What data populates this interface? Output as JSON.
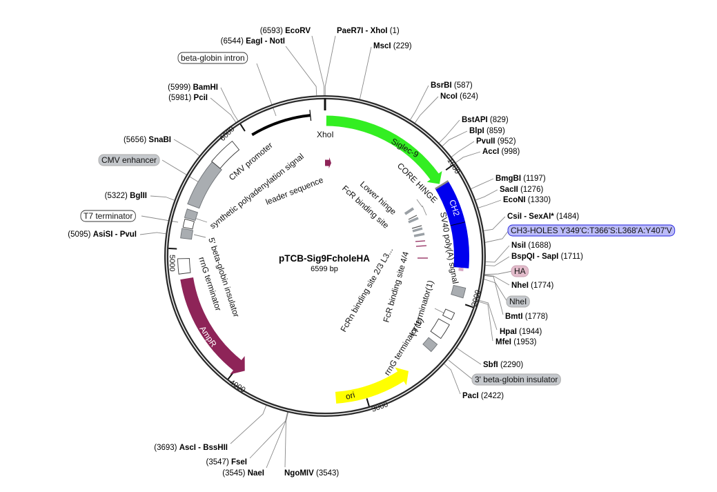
{
  "plasmid": {
    "name": "pTCB-Sig9FcholeHA",
    "length_label": "6599 bp",
    "length_bp": 6599
  },
  "ticks": [
    {
      "bp": 1000,
      "label": "1000"
    },
    {
      "bp": 2000,
      "label": "2000"
    },
    {
      "bp": 3000,
      "label": "3000"
    },
    {
      "bp": 4000,
      "label": "4000"
    },
    {
      "bp": 5000,
      "label": "5000"
    },
    {
      "bp": 6000,
      "label": "6000"
    }
  ],
  "features": [
    {
      "name": "Siglec-9",
      "start": 10,
      "end": 1060,
      "dir": 1,
      "color": "#33ee22",
      "label": "Siglec-9"
    },
    {
      "name": "CH2",
      "start": 1075,
      "end": 1400,
      "dir": 0,
      "color": "#0000ee",
      "label": "CH2"
    },
    {
      "name": "CH3-HOLES",
      "start": 1400,
      "end": 1740,
      "dir": 0,
      "color": "#0000ee"
    },
    {
      "name": "HA",
      "start": 1740,
      "end": 1765,
      "dir": 0,
      "color": "#d8a8c4"
    },
    {
      "name": "SV40 poly(A) signal",
      "start": 1885,
      "end": 1960,
      "dir": 0,
      "color": "#a9adb1"
    },
    {
      "name": "T7 terminator(1)",
      "start": 2085,
      "end": 2140,
      "dir": 0,
      "color": "#ffffff"
    },
    {
      "name": "rrnG terminator(1)",
      "start": 2180,
      "end": 2300,
      "dir": 0,
      "color": "#ffffff"
    },
    {
      "name": "3' beta-globin insulator",
      "start": 2350,
      "end": 2420,
      "dir": 0,
      "color": "#a9adb1"
    },
    {
      "name": "ori",
      "start": 2640,
      "end": 3220,
      "dir": -1,
      "color": "#ffff00",
      "label": "ori"
    },
    {
      "name": "AmpR",
      "start": 3940,
      "end": 4780,
      "dir": -1,
      "color": "#8e2458",
      "label": "AmpR"
    },
    {
      "name": "rrnG terminator",
      "start": 4820,
      "end": 4930,
      "dir": 0,
      "color": "#ffffff"
    },
    {
      "name": "5' beta-globin insulator",
      "start": 5080,
      "end": 5150,
      "dir": 0,
      "color": "#a9adb1"
    },
    {
      "name": "T7 terminator",
      "start": 5160,
      "end": 5220,
      "dir": 0,
      "color": "#ffffff"
    },
    {
      "name": "synthetic polyadenylation signal",
      "start": 5230,
      "end": 5295,
      "dir": 0,
      "color": "#a9adb1"
    },
    {
      "name": "CMV enhancer",
      "start": 5330,
      "end": 5680,
      "dir": 0,
      "color": "#a9adb1"
    },
    {
      "name": "CMV promoter",
      "start": 5680,
      "end": 5885,
      "dir": 0,
      "color": "#ffffff"
    },
    {
      "name": "leader sequence",
      "start": 0,
      "end": 70,
      "dir": 1,
      "color": "#8e2458"
    }
  ],
  "intron": {
    "name": "beta-globin intron",
    "start": 6030,
    "end": 6490
  },
  "feature_labels": {
    "xhoi": "XhoI",
    "core_hinge": "CORE HINGE",
    "sv40": "SV40 poly(A) signal",
    "t7_1": "T7 terminator(1)",
    "rrng_1": "rrnG terminator(1)",
    "fcrn": "FcRn binding site 2/3 L3...",
    "fcr44": "FcR binding site 4/4",
    "lower_hinge": "Lower hinge",
    "fcr": "FcR binding site",
    "leader": "leader sequence",
    "cmv_promoter": "CMV promoter",
    "synth_polya": "synthetic polyadenylation signal",
    "beta_ins5": "5' beta-globin insulator",
    "rrng": "rrnG terminator"
  },
  "callouts": {
    "beta_intron": "beta-globin intron",
    "cmv_enhancer": "CMV enhancer",
    "t7": "T7 terminator",
    "ch3": "CH3-HOLES Y349'C:T366'S:L368'A:Y407'V",
    "ha": "HA",
    "nhei": "NheI",
    "beta_ins3": "3' beta-globin insulator"
  },
  "colors": {
    "ch3_box": "#bbbbf8",
    "ch3_border": "#2222dd",
    "ha_box": "#e3bccb",
    "gray_box": "#c5c8cc"
  },
  "sites": [
    {
      "name": "PaeR7I - XhoI",
      "pos": "(1)",
      "bp": 1
    },
    {
      "name": "MscI",
      "pos": "(229)",
      "bp": 229
    },
    {
      "name": "BsrBI",
      "pos": "(587)",
      "bp": 587
    },
    {
      "name": "NcoI",
      "pos": "(624)",
      "bp": 624
    },
    {
      "name": "BstAPI",
      "pos": "(829)",
      "bp": 829
    },
    {
      "name": "BlpI",
      "pos": "(859)",
      "bp": 859
    },
    {
      "name": "PvuII",
      "pos": "(952)",
      "bp": 952
    },
    {
      "name": "AccI",
      "pos": "(998)",
      "bp": 998
    },
    {
      "name": "BmgBI",
      "pos": "(1197)",
      "bp": 1197
    },
    {
      "name": "SacII",
      "pos": "(1276)",
      "bp": 1276
    },
    {
      "name": "EcoNI",
      "pos": "(1330)",
      "bp": 1330
    },
    {
      "name": "CsiI - SexAI*",
      "pos": "(1484)",
      "bp": 1484
    },
    {
      "name": "NsiI",
      "pos": "(1688)",
      "bp": 1688
    },
    {
      "name": "BspQI - SapI",
      "pos": "(1711)",
      "bp": 1711
    },
    {
      "name": "NheI",
      "pos": "(1774)",
      "bp": 1774
    },
    {
      "name": "BmtI",
      "pos": "(1778)",
      "bp": 1778
    },
    {
      "name": "HpaI",
      "pos": "(1944)",
      "bp": 1944
    },
    {
      "name": "MfeI",
      "pos": "(1953)",
      "bp": 1953
    },
    {
      "name": "SbfI",
      "pos": "(2290)",
      "bp": 2290
    },
    {
      "name": "PacI",
      "pos": "(2422)",
      "bp": 2422
    },
    {
      "name": "NgoMIV",
      "pos": "(3543)",
      "bp": 3543
    },
    {
      "name": "NaeI",
      "pos": "(3545)",
      "bp": 3545
    },
    {
      "name": "FseI",
      "pos": "(3547)",
      "bp": 3547
    },
    {
      "name": "AscI - BssHII",
      "pos": "(3693)",
      "bp": 3693
    },
    {
      "name": "AsiSI - PvuI",
      "pos": "(5095)",
      "bp": 5095
    },
    {
      "name": "BglII",
      "pos": "(5322)",
      "bp": 5322
    },
    {
      "name": "SnaBI",
      "pos": "(5656)",
      "bp": 5656
    },
    {
      "name": "PciI",
      "pos": "(5981)",
      "bp": 5981
    },
    {
      "name": "BamHI",
      "pos": "(5999)",
      "bp": 5999
    },
    {
      "name": "EagI - NotI",
      "pos": "(6544)",
      "bp": 6544
    },
    {
      "name": "EcoRV",
      "pos": "(6593)",
      "bp": 6593
    }
  ]
}
